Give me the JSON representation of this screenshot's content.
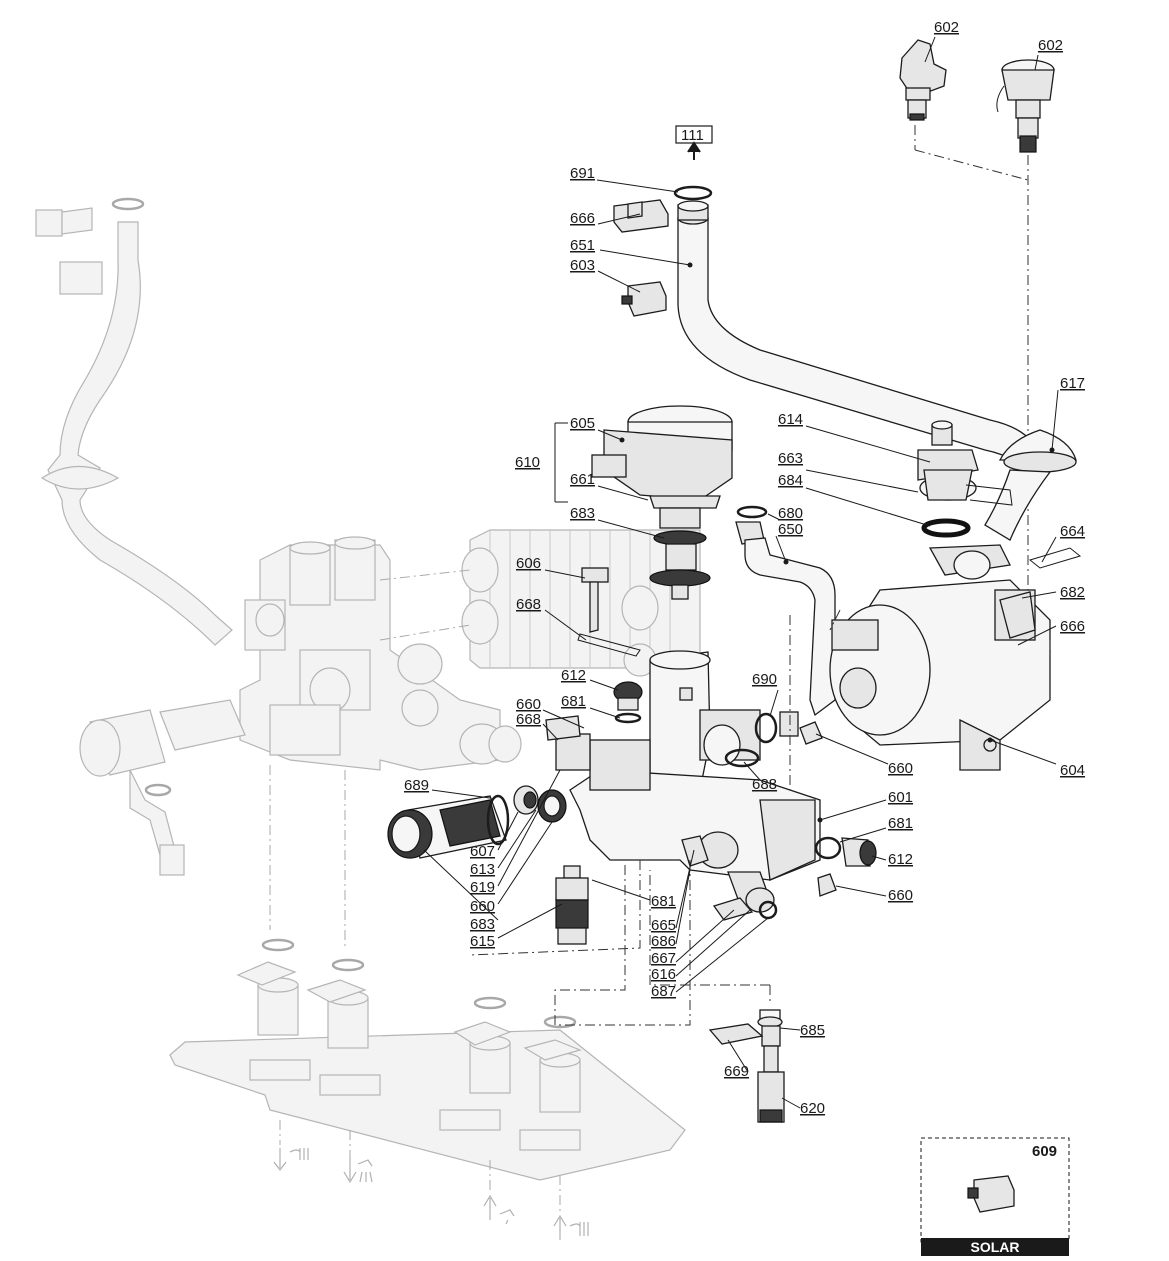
{
  "labels": {
    "l602a": "602",
    "l602b": "602",
    "l111": "111",
    "l691": "691",
    "l666a": "666",
    "l651": "651",
    "l603": "603",
    "l617": "617",
    "l614": "614",
    "l605": "605",
    "l610": "610",
    "l663": "663",
    "l661": "661",
    "l684": "684",
    "l683a": "683",
    "l680": "680",
    "l650": "650",
    "l664": "664",
    "l606": "606",
    "l682": "682",
    "l668a": "668",
    "l666b": "666",
    "l612a": "612",
    "l690": "690",
    "l681a": "681",
    "l660a": "660",
    "l668b": "668",
    "l660b": "660",
    "l688": "688",
    "l604": "604",
    "l689": "689",
    "l601": "601",
    "l681b": "681",
    "l607": "607",
    "l612b": "612",
    "l613": "613",
    "l619": "619",
    "l660c": "660",
    "l660d": "660",
    "l681c": "681",
    "l683b": "683",
    "l665": "665",
    "l615": "615",
    "l686": "686",
    "l667": "667",
    "l616": "616",
    "l687": "687",
    "l685": "685",
    "l669": "669",
    "l620": "620"
  },
  "inset": {
    "number": "609",
    "caption": "SOLAR"
  },
  "icons": [
    "heating-flow-icon",
    "hot-water-icon",
    "cold-water-icon",
    "heating-return-icon"
  ],
  "colors": {
    "line": "#1a1a1a",
    "ghost": "#b0b0b0",
    "caption_bg": "#1a1a1a"
  }
}
